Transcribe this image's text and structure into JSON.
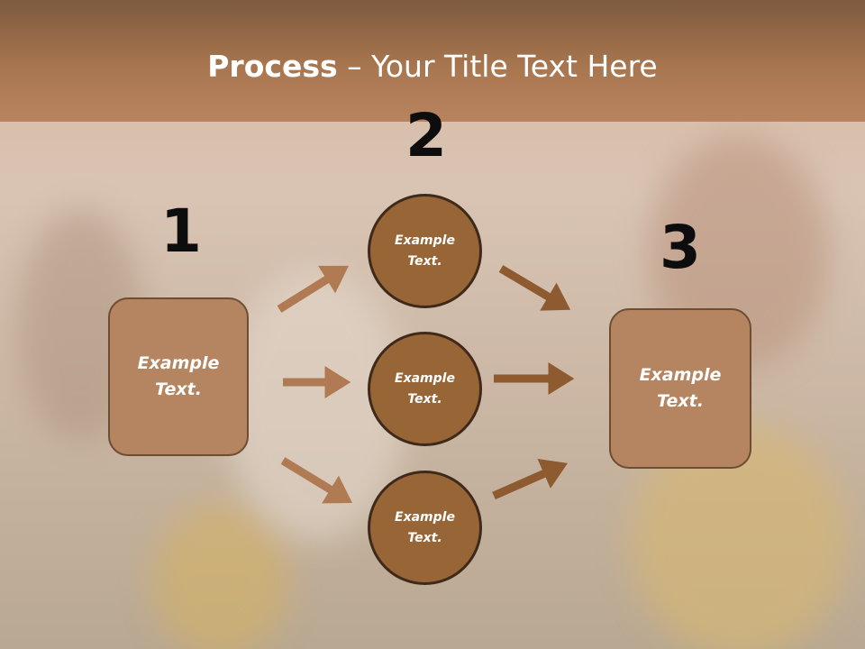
{
  "title": {
    "bold": "Process",
    "rest": " – Your Title Text Here"
  },
  "step_numbers": [
    "1",
    "2",
    "3"
  ],
  "left_box": {
    "label": "Example Text."
  },
  "circles": [
    {
      "label": "Example Text."
    },
    {
      "label": "Example Text."
    },
    {
      "label": "Example Text."
    }
  ],
  "right_box": {
    "label": "Example Text."
  },
  "colors": {
    "title_band": "#a8764f",
    "box_fill": "#b58460",
    "circle_fill": "#986536",
    "arrow_light": "#b07a52",
    "arrow_dark": "#8e5a30"
  }
}
